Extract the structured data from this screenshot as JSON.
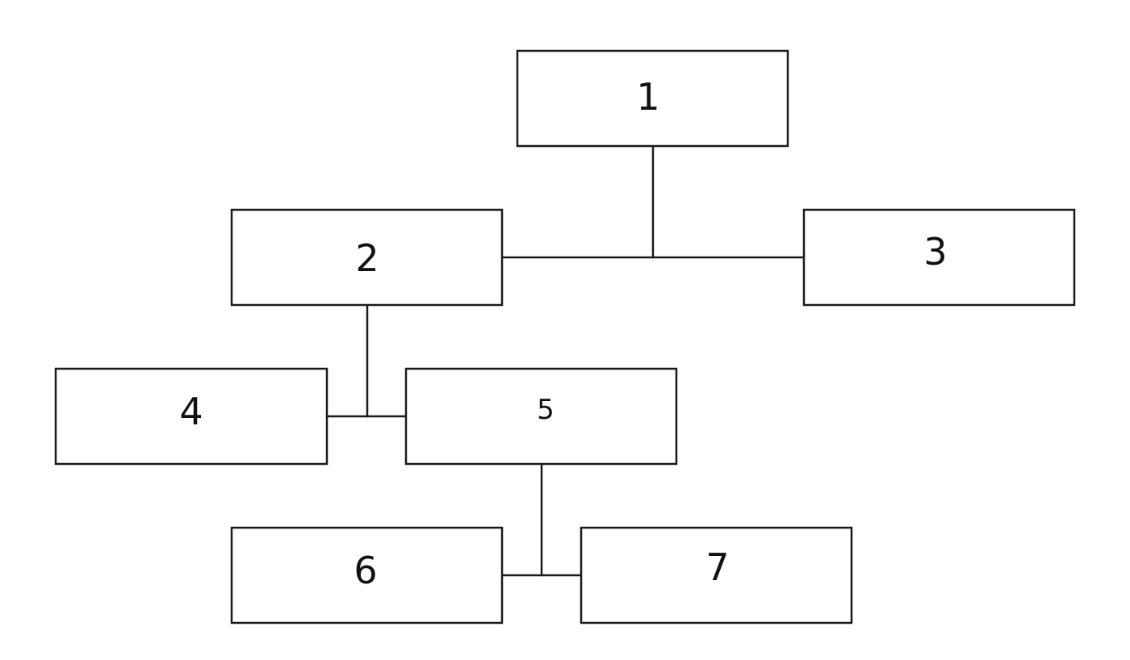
{
  "diagram": {
    "type": "tree",
    "nodes": [
      {
        "id": "n1",
        "label": "1"
      },
      {
        "id": "n2",
        "label": "2"
      },
      {
        "id": "n3",
        "label": "3"
      },
      {
        "id": "n4",
        "label": "4"
      },
      {
        "id": "n5",
        "label": "5"
      },
      {
        "id": "n6",
        "label": "6"
      },
      {
        "id": "n7",
        "label": "7"
      }
    ],
    "edges": [
      {
        "parent": "n1",
        "children": [
          "n2",
          "n3"
        ]
      },
      {
        "parent": "n2",
        "children": [
          "n4",
          "n5"
        ]
      },
      {
        "parent": "n5",
        "children": [
          "n6",
          "n7"
        ]
      }
    ],
    "colors": {
      "stroke": "#1a1a1a",
      "fill": "#ffffff",
      "text": "#111111"
    }
  }
}
